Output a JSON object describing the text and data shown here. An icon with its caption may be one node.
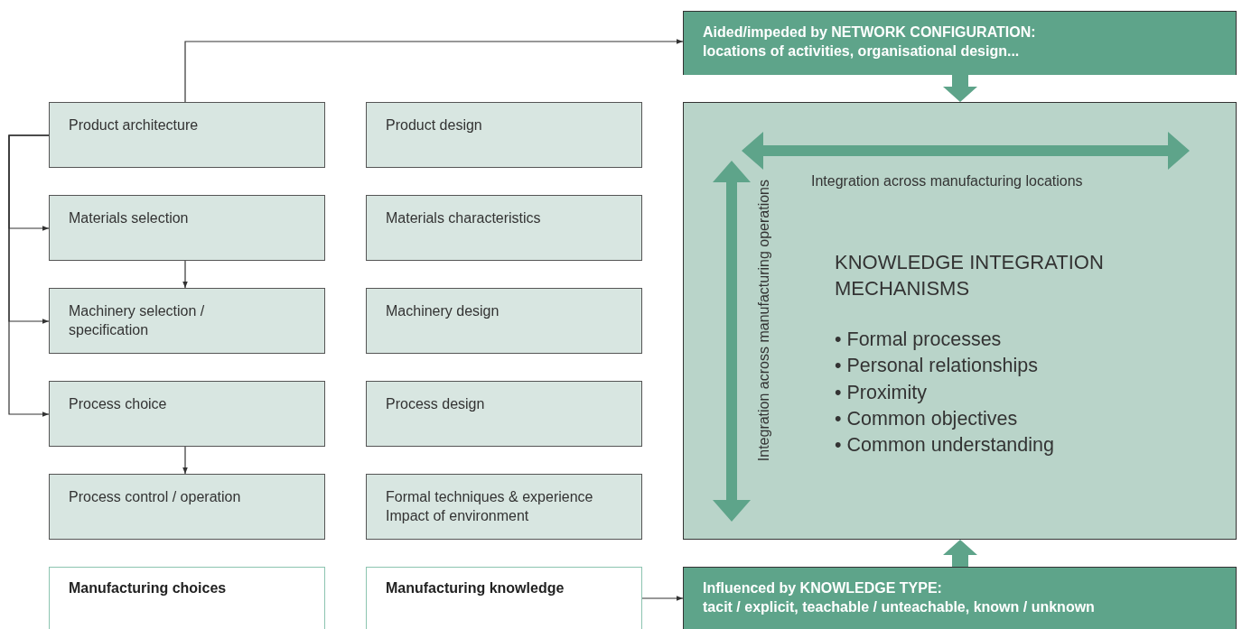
{
  "diagram": {
    "nodes": [
      {
        "text": [
          "Product architecture"
        ]
      },
      {
        "text": [
          "Product design"
        ]
      },
      {
        "text": [
          "Materials selection"
        ]
      },
      {
        "text": [
          "Materials characteristics"
        ]
      },
      {
        "text": [
          "Machinery selection / specification"
        ]
      },
      {
        "text": [
          "Machinery design"
        ]
      },
      {
        "text": [
          "Process choice"
        ]
      },
      {
        "text": [
          "Process design"
        ]
      },
      {
        "text": [
          "Process control / operation"
        ]
      },
      {
        "text": [
          "Formal techniques & experience",
          "Impact of environment"
        ]
      },
      {
        "text": [
          "Manufacturing choices"
        ]
      },
      {
        "text": [
          "Manufacturing knowledge"
        ]
      },
      {
        "text": [
          "Aided/impeded by NETWORK CONFIGURATION:",
          "locations of activities, organisational design..."
        ]
      },
      {
        "text": [
          "Integration across manufacturing locations",
          "Integration across manufacturing operations",
          "KNOWLEDGE INTEGRATION MECHANISMS",
          "• Formal processes",
          "• Personal relationships",
          "• Proximity",
          "• Common objectives",
          "• Common understanding"
        ]
      },
      {
        "text": [
          "Influenced by KNOWLEDGE TYPE:",
          "tacit / explicit, teachable / unteachable, known / unknown"
        ]
      }
    ],
    "edges": [
      {
        "from": 0,
        "to": 12,
        "arrow": "to"
      },
      {
        "from": 0,
        "to": 2,
        "arrow": "to"
      },
      {
        "from": 0,
        "to": 4,
        "arrow": "to"
      },
      {
        "from": 0,
        "to": 6,
        "arrow": "to"
      },
      {
        "from": 2,
        "to": 4,
        "arrow": "to"
      },
      {
        "from": 6,
        "to": 8,
        "arrow": "to"
      },
      {
        "from": 11,
        "to": 14,
        "arrow": "to"
      },
      {
        "from": 12,
        "to": 13,
        "arrow": "to",
        "style": "thick",
        "color": "#5ea48a"
      },
      {
        "from": 14,
        "to": 13,
        "arrow": "to",
        "style": "thick",
        "color": "#5ea48a"
      }
    ]
  }
}
